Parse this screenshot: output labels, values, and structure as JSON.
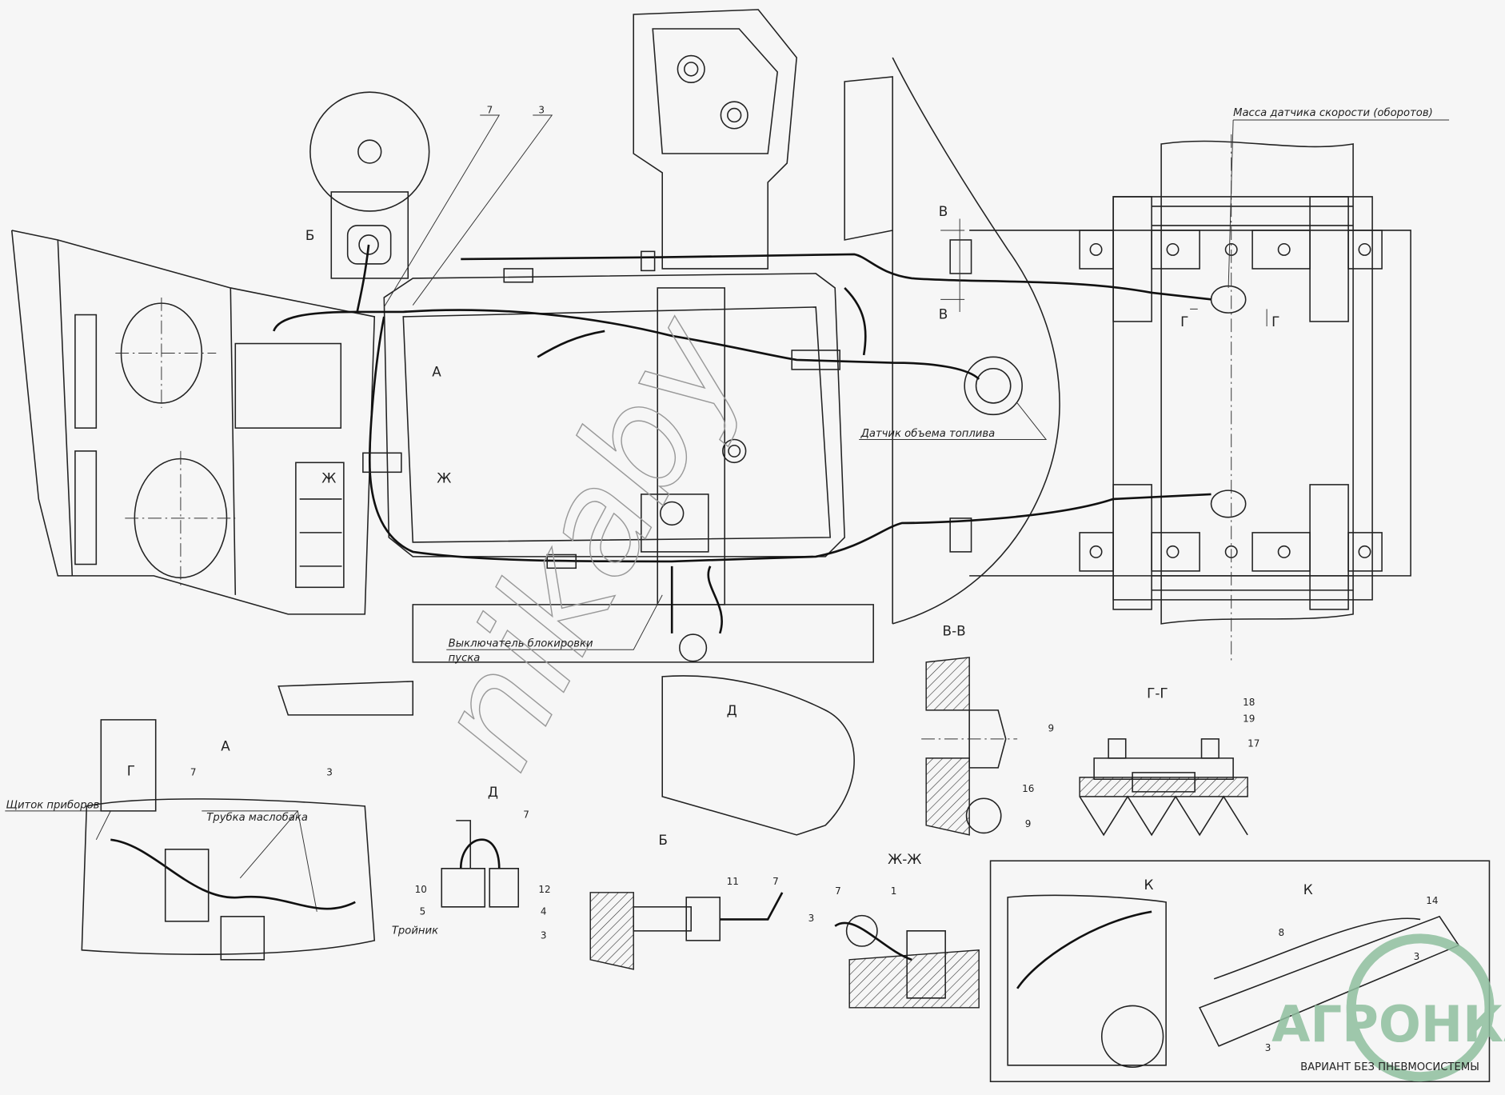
{
  "labels": {
    "speed_sensor_ground": "Масса датчика скорости (оборотов)",
    "fuel_level_sensor": "Датчик объема топлива",
    "start_lock_switch_1": "Выключатель блокировки",
    "start_lock_switch_2": "пуска",
    "instrument_panel": "Щиток приборов",
    "oil_tank_pipe": "Трубка маслобака",
    "tee": "Тройник",
    "variant_note": "ВАРИАНТ БЕЗ ПНЕВМОСИСТЕМЫ"
  },
  "sections": {
    "A": "А",
    "B": "Б",
    "V": "В",
    "G": "Г",
    "D": "Д",
    "Zh": "Ж",
    "K": "К",
    "VV": "В-В",
    "GG": "Г-Г",
    "ZhZh": "Ж-Ж"
  },
  "numbers": {
    "n1": "1",
    "n3": "3",
    "n4": "4",
    "n5": "5",
    "n7": "7",
    "n8": "8",
    "n9": "9",
    "n10": "10",
    "n11": "11",
    "n12": "12",
    "n14": "14",
    "n16": "16",
    "n17": "17",
    "n18": "18",
    "n19": "19"
  },
  "watermark": "nikaby",
  "logo": "АГРОНКА",
  "colors": {
    "line": "#222222",
    "logo": "#8fbf9f",
    "background": "#f6f6f6"
  }
}
